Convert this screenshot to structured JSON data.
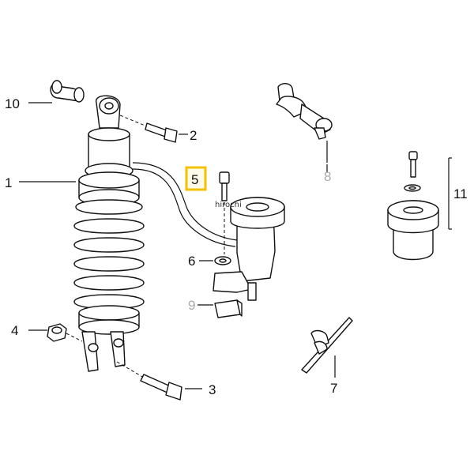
{
  "labels": {
    "l1": "1",
    "l2": "2",
    "l3": "3",
    "l4": "4",
    "l5": "5",
    "l6": "6",
    "l7": "7",
    "l8": "8",
    "l9": "9",
    "l10": "10",
    "l11": "11"
  },
  "watermark": "hirochi",
  "colors": {
    "highlight": "#f2c200",
    "faded_label": "#aaaaaa"
  }
}
